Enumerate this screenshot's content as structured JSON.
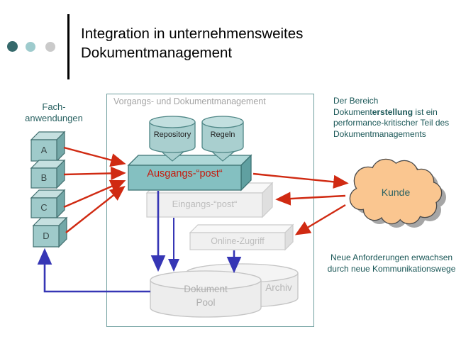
{
  "slide": {
    "title_line1": "Integration in unternehmensweites",
    "title_line2": "Dokumentmanagement"
  },
  "left_group": {
    "label_line1": "Fach-",
    "label_line2": "anwendungen",
    "cubes": [
      "A",
      "B",
      "C",
      "D"
    ]
  },
  "container": {
    "title": "Vorgangs- und Dokumentmanagement"
  },
  "nodes": {
    "repository": "Repository",
    "regeln": "Regeln",
    "ausgangspost": "Ausgangs-“post“",
    "eingangspost": "Eingangs-“post“",
    "online_zugriff": "Online-Zugriff",
    "dokument_pool_line1": "Dokument",
    "dokument_pool_line2": "Pool",
    "archiv": "Archiv",
    "kunde": "Kunde"
  },
  "annotations": {
    "right_note": {
      "pre": "Der Bereich Dokument",
      "bold": "erstellung",
      "post": " ist ein performance-kritischer Teil des Dokumentmanagements"
    },
    "bottom_note": "Neue Anforderungen erwachsen durch neue Kommunikationswege"
  },
  "colors": {
    "teal_fill": "#9FCACA",
    "teal_dark_border": "#416F6F",
    "red_arrow": "#D02A12",
    "blue_arrow": "#3636B5",
    "cloud_fill": "#FAC690",
    "gray_fill": "#F0F0F0",
    "note_text": "#1A5757",
    "bullet_teal_dark": "#35696B",
    "bullet_teal_light": "#9ECBCD",
    "bullet_gray": "#CACACA"
  }
}
